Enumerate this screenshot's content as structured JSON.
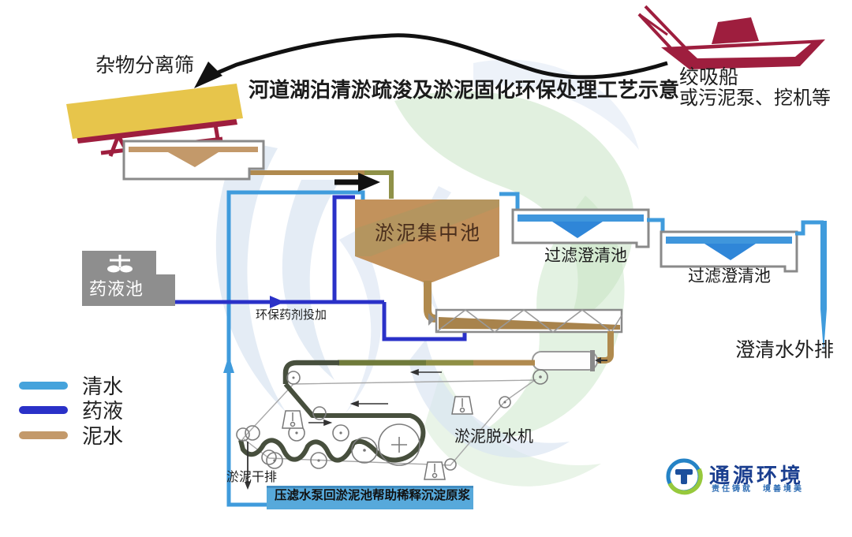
{
  "title": "河道湖泊清淤疏浚及淤泥固化环保处理工艺示意",
  "nodes": {
    "debris_screen": "杂物分离筛",
    "ship_line1": "绞吸船",
    "ship_line2": "或污泥泵、挖机等",
    "sludge_pool": "淤泥集中池",
    "clarifier_1": "过滤澄清池",
    "clarifier_2": "过滤澄清池",
    "clear_water_discharge": "澄清水外排",
    "chemical_pool": "药液池",
    "chemical_dosing": "环保药剂投加",
    "dewatering_machine": "淤泥脱水机",
    "dry_sludge_discharge": "淤泥干排",
    "filtrate_return_banner": "压滤水泵回淤泥池帮助稀释沉淀原浆"
  },
  "legend": {
    "items": [
      {
        "label": "清水",
        "color": "#45a3dc"
      },
      {
        "label": "药液",
        "color": "#2a31c8"
      },
      {
        "label": "泥水",
        "color": "#c3996a"
      }
    ]
  },
  "logo": {
    "name": "通源环境",
    "tagline": "责任铸就　境善境美"
  },
  "colors": {
    "clear_water_pipe": "#3f9bdc",
    "chemical_pipe": "#2a31c8",
    "mud_pipe": "#b08a4e",
    "tank_outline": "#8a8a8a",
    "ship": "#9e1e3e",
    "screen_yellow": "#e7c54b",
    "sludge_pool_fill": "#c2925c"
  }
}
